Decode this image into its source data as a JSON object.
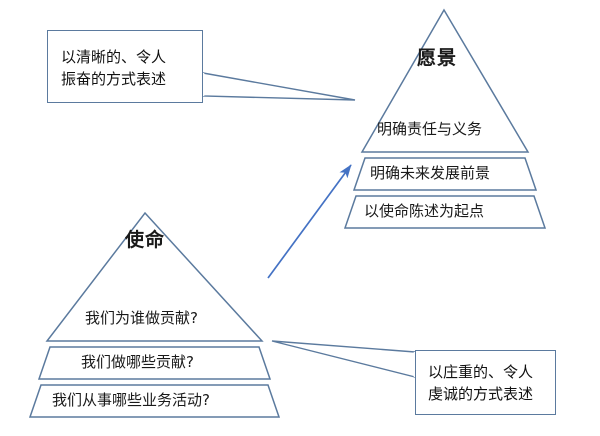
{
  "diagram": {
    "title_vision": "愿景",
    "title_mission": "使命",
    "colors": {
      "outline": "#5b7a9e",
      "arrow": "#4472c4",
      "text": "#1a1a1a",
      "background": "#ffffff"
    },
    "vision_pyramid": {
      "name": "愿景",
      "tiers": [
        "明确责任与义务",
        "明确未来发展前景",
        "以使命陈述为起点"
      ]
    },
    "mission_pyramid": {
      "name": "使命",
      "tiers": [
        "我们为谁做贡献?",
        "我们做哪些贡献?",
        "我们从事哪些业务活动?"
      ]
    },
    "callouts": [
      {
        "id": "vision-callout",
        "text": "以清晰的、令人\n振奋的方式表述"
      },
      {
        "id": "mission-callout",
        "text": "以庄重的、令人\n虔诚的方式表述"
      }
    ]
  }
}
